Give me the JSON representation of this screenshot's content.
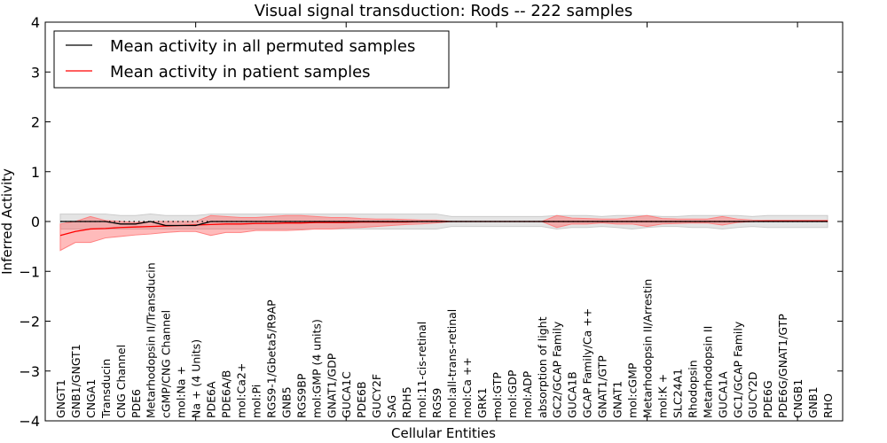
{
  "chart_data": {
    "type": "line",
    "title": "Visual signal transduction: Rods -- 222 samples",
    "xlabel": "Cellular Entities",
    "ylabel": "Inferred Activity",
    "ylim": [
      -4,
      4
    ],
    "xlim": [
      0,
      53
    ],
    "yticks": [
      -4,
      -3,
      -2,
      -1,
      0,
      1,
      2,
      3,
      4
    ],
    "ytick_labels": [
      "−4",
      "−3",
      "−2",
      "−1",
      "0",
      "1",
      "2",
      "3",
      "4"
    ],
    "legend_placement": "top-left",
    "categories": [
      "GNGT1",
      "GNB1/GNGT1",
      "CNGA1",
      "Transducin",
      "CNG Channel",
      "PDE6",
      "Metarhodopsin II/Transducin",
      "cGMP/CNG Channel",
      "mol:Na +",
      "Na + (4 Units)",
      "PDE6A",
      "PDE6A/B",
      "mol:Ca2+",
      "mol:Pi",
      "RGS9-1/Gbeta5/R9AP",
      "GNB5",
      "RGS9BP",
      "mol:GMP (4 units)",
      "GNAT1/GDP",
      "GUCA1C",
      "PDE6B",
      "GUCY2F",
      "SAG",
      "RDH5",
      "mol:11-cis-retinal",
      "RGS9",
      "mol:all-trans-retinal",
      "mol:Ca ++",
      "GRK1",
      "mol:GTP",
      "mol:GDP",
      "mol:ADP",
      "absorption of light",
      "GC2/GCAP Family",
      "GUCA1B",
      "GCAP Family/Ca ++",
      "GNAT1/GTP",
      "GNAT1",
      "mol:cGMP",
      "Metarhodopsin II/Arrestin",
      "mol:K +",
      "SLC24A1",
      "Rhodopsin",
      "Metarhodopsin II",
      "GUCA1A",
      "GC1/GCAP Family",
      "GUCY2D",
      "PDE6G",
      "PDE6G/GNAT1/GTP",
      "CNGB1",
      "GNB1",
      "RHO"
    ],
    "series": [
      {
        "name": "Mean activity in all permuted samples",
        "color": "#000000",
        "values": [
          0,
          0,
          0,
          0,
          -0.05,
          -0.05,
          0,
          -0.08,
          -0.08,
          -0.08,
          0,
          0,
          0,
          0,
          0,
          0,
          0,
          0,
          0,
          0,
          0,
          0,
          0,
          0,
          0,
          0,
          0,
          0,
          0,
          0,
          0,
          0,
          0,
          0,
          0,
          0,
          0,
          0,
          0,
          0,
          0,
          0,
          0,
          0,
          0,
          0,
          0,
          0,
          0,
          0,
          0,
          0
        ],
        "band_low": [
          -0.15,
          -0.15,
          -0.15,
          -0.15,
          -0.15,
          -0.15,
          -0.15,
          -0.15,
          -0.15,
          -0.15,
          -0.15,
          -0.15,
          -0.15,
          -0.15,
          -0.15,
          -0.15,
          -0.15,
          -0.15,
          -0.15,
          -0.15,
          -0.15,
          -0.15,
          -0.15,
          -0.15,
          -0.15,
          -0.15,
          -0.1,
          -0.1,
          -0.1,
          -0.1,
          -0.1,
          -0.1,
          -0.1,
          -0.15,
          -0.12,
          -0.12,
          -0.1,
          -0.12,
          -0.15,
          -0.12,
          -0.1,
          -0.1,
          -0.12,
          -0.12,
          -0.15,
          -0.12,
          -0.1,
          -0.12,
          -0.12,
          -0.12,
          -0.12,
          -0.12
        ],
        "band_high": [
          0.15,
          0.15,
          0.15,
          0.15,
          0.12,
          0.12,
          0.15,
          0.12,
          0.12,
          0.12,
          0.15,
          0.15,
          0.15,
          0.15,
          0.15,
          0.15,
          0.15,
          0.15,
          0.15,
          0.15,
          0.15,
          0.15,
          0.15,
          0.15,
          0.15,
          0.15,
          0.1,
          0.1,
          0.1,
          0.1,
          0.1,
          0.1,
          0.1,
          0.12,
          0.12,
          0.12,
          0.1,
          0.12,
          0.12,
          0.12,
          0.1,
          0.1,
          0.12,
          0.12,
          0.12,
          0.12,
          0.1,
          0.12,
          0.12,
          0.12,
          0.12,
          0.12
        ]
      },
      {
        "name": "Mean activity in patient samples",
        "color": "#ff0000",
        "values": [
          -0.28,
          -0.2,
          -0.15,
          -0.14,
          -0.12,
          -0.11,
          -0.1,
          -0.09,
          -0.08,
          -0.07,
          -0.06,
          -0.05,
          -0.05,
          -0.04,
          -0.04,
          -0.03,
          -0.03,
          -0.02,
          -0.02,
          -0.02,
          -0.01,
          -0.01,
          -0.01,
          -0.01,
          0,
          0,
          0,
          0,
          0,
          0,
          0,
          0,
          0,
          0,
          0,
          0,
          0,
          0,
          0,
          0,
          0,
          0,
          0,
          0,
          0,
          0,
          0,
          0.01,
          0.01,
          0.01,
          0.01,
          0.01
        ],
        "band_low": [
          -0.58,
          -0.42,
          -0.42,
          -0.33,
          -0.3,
          -0.27,
          -0.25,
          -0.22,
          -0.2,
          -0.2,
          -0.28,
          -0.22,
          -0.22,
          -0.18,
          -0.18,
          -0.18,
          -0.17,
          -0.15,
          -0.15,
          -0.13,
          -0.12,
          -0.1,
          -0.08,
          -0.06,
          -0.05,
          -0.03,
          0,
          0,
          0,
          0,
          0,
          0,
          0,
          -0.12,
          -0.05,
          -0.05,
          -0.03,
          -0.05,
          -0.05,
          -0.1,
          -0.05,
          -0.04,
          -0.03,
          -0.03,
          -0.07,
          -0.02,
          0,
          0,
          0,
          0,
          0,
          0
        ],
        "band_high": [
          -0.05,
          0,
          0.1,
          0.02,
          0,
          -0.02,
          0,
          0,
          0,
          0,
          0.12,
          0.1,
          0.08,
          0.08,
          0.1,
          0.12,
          0.12,
          0.1,
          0.08,
          0.08,
          0.06,
          0.05,
          0.05,
          0.04,
          0.03,
          0.03,
          0,
          0,
          0,
          0,
          0,
          0,
          0,
          0.12,
          0.07,
          0.06,
          0.05,
          0.05,
          0.08,
          0.12,
          0.06,
          0.05,
          0.05,
          0.05,
          0.1,
          0.05,
          0.03,
          0.02,
          0.02,
          0.02,
          0.02,
          0.02
        ]
      }
    ]
  }
}
